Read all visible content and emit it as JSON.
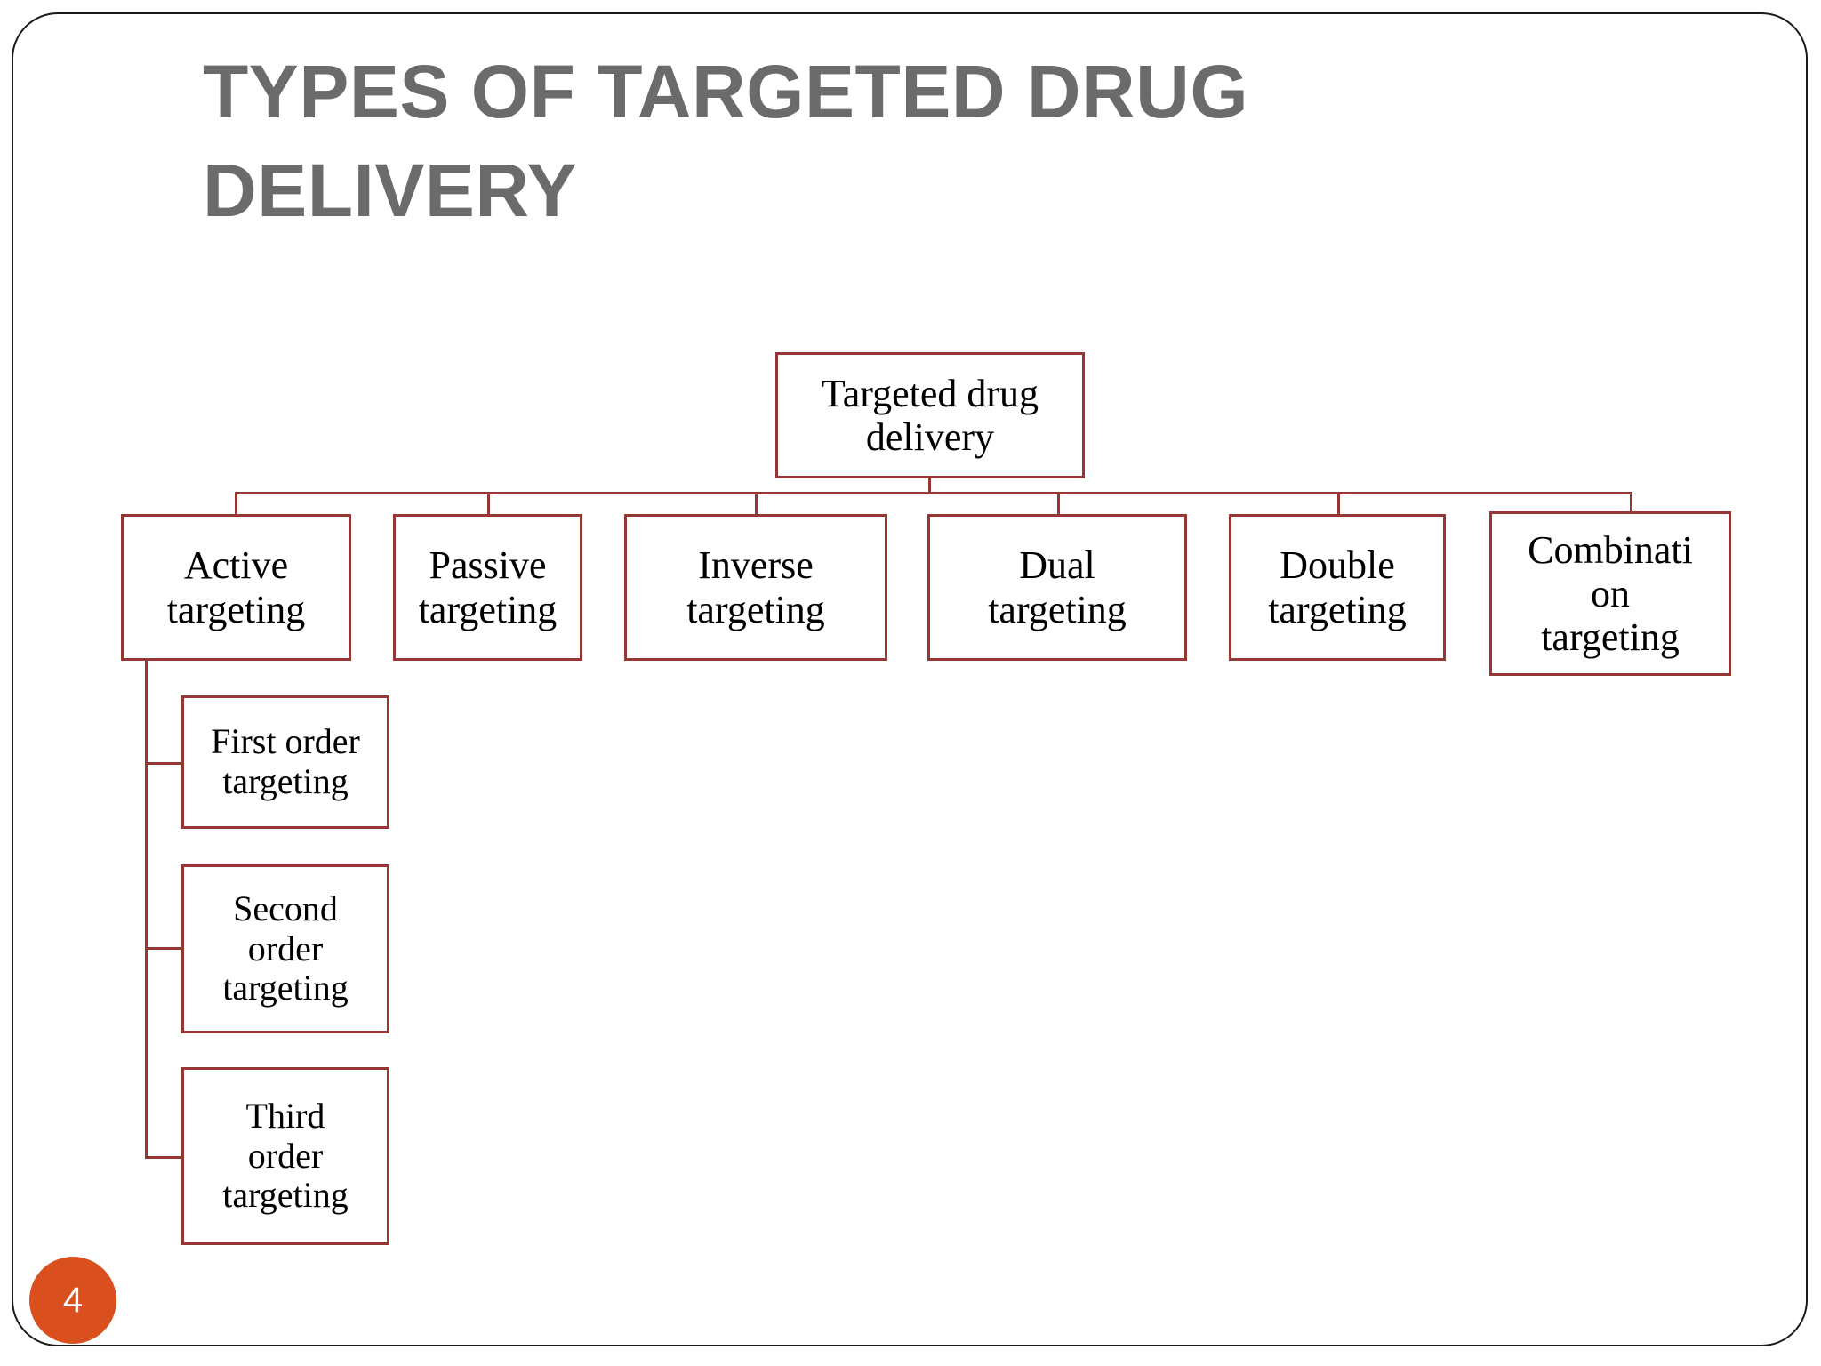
{
  "slide": {
    "title": "TYPES OF TARGETED DRUG DELIVERY",
    "page_number": "4",
    "colors": {
      "title_grey": "#6b6b6b",
      "node_border_maroon": "#953735",
      "connector_maroon": "#953735",
      "badge_orange": "#d9501e",
      "frame_black": "#1a1a1a",
      "background": "#ffffff"
    }
  },
  "diagram": {
    "type": "tree",
    "root": {
      "label": "Targeted drug\ndelivery"
    },
    "level2": [
      {
        "label": "Active\ntargeting"
      },
      {
        "label": "Passive\ntargeting"
      },
      {
        "label": "Inverse\ntargeting"
      },
      {
        "label": "Dual\ntargeting"
      },
      {
        "label": "Double\ntargeting"
      },
      {
        "label": "Combinati\non\ntargeting"
      }
    ],
    "active_children": [
      {
        "label": "First order\ntargeting"
      },
      {
        "label": "Second\norder\ntargeting"
      },
      {
        "label": "Third\norder\ntargeting"
      }
    ]
  }
}
